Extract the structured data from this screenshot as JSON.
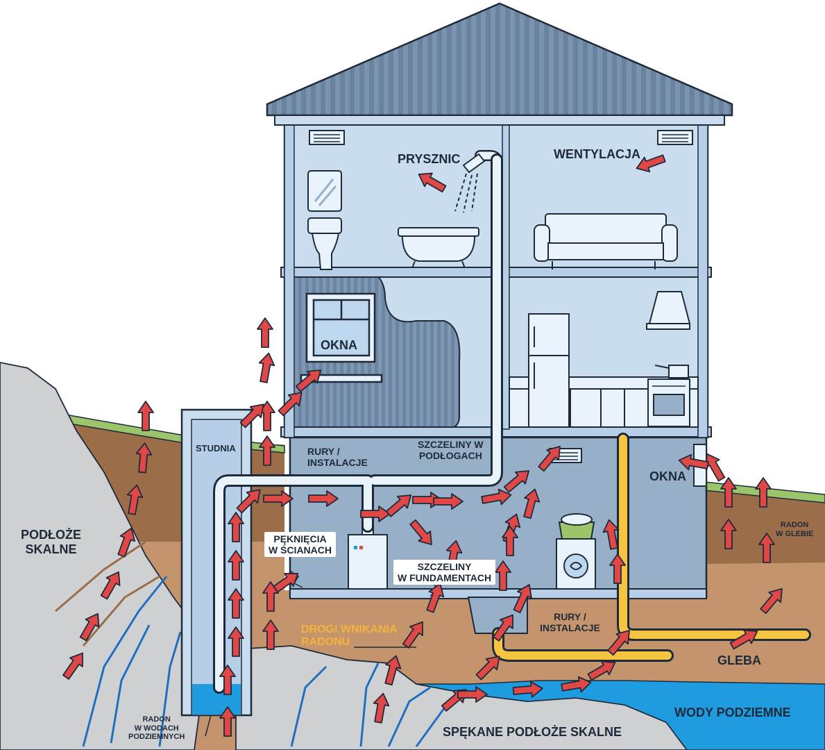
{
  "labels": {
    "prysznic": "PRYSZNIC",
    "wentylacja": "WENTYLACJA",
    "okna_upper": "OKNA",
    "studnia": "STUDNIA",
    "rury_left_1": "RURY /",
    "rury_left_2": "INSTALACJE",
    "szczeliny_podlogach_1": "SZCZELINY W",
    "szczeliny_podlogach_2": "PODŁOGACH",
    "okna_lower": "OKNA",
    "pekniecia_1": "PĘKNIĘCIA",
    "pekniecia_2": "W ŚCIANACH",
    "szczeliny_fund_1": "SZCZELINY",
    "szczeliny_fund_2": "W FUNDAMENTACH",
    "podloze_1": "PODŁOŻE",
    "podloze_2": "SKALNE",
    "radon_glebie_1": "RADON",
    "radon_glebie_2": "W GLEBIE",
    "rury_right_1": "RURY /",
    "rury_right_2": "INSTALACJE",
    "drogi_1": "DROGI WNIKANIA",
    "drogi_2": "RADONU",
    "gleba": "GLEBA",
    "wody": "WODY PODZIEMNE",
    "spekane": "SPĘKANE PODŁOŻE SKALNE",
    "radon_wodach_1": "RADON",
    "radon_wodach_2": "W WODACH",
    "radon_wodach_3": "PODZIEMNYCH"
  },
  "colors": {
    "roof": "#6f88a4",
    "wall_light": "#c9ddef",
    "wall_mid": "#97b0c8",
    "outline": "#1e2a3a",
    "soil_dark": "#9b6e49",
    "soil_light": "#c4956c",
    "grass": "#9cc46a",
    "rock": "#cfd0d2",
    "water": "#1f9be0",
    "pipe_white": "#e9f3fb",
    "pipe_yellow": "#f7c442",
    "arrow": "#e04848",
    "label_orange": "#f4b23d"
  },
  "icons": [
    "shower-icon",
    "toilet-icon",
    "bathtub-icon",
    "mirror-icon",
    "sofa-icon",
    "fridge-icon",
    "range-hood-icon",
    "stove-icon",
    "pot-icon",
    "boiler-icon",
    "washing-machine-icon",
    "laundry-basket-icon",
    "vent-grille-icon",
    "window-icon"
  ]
}
